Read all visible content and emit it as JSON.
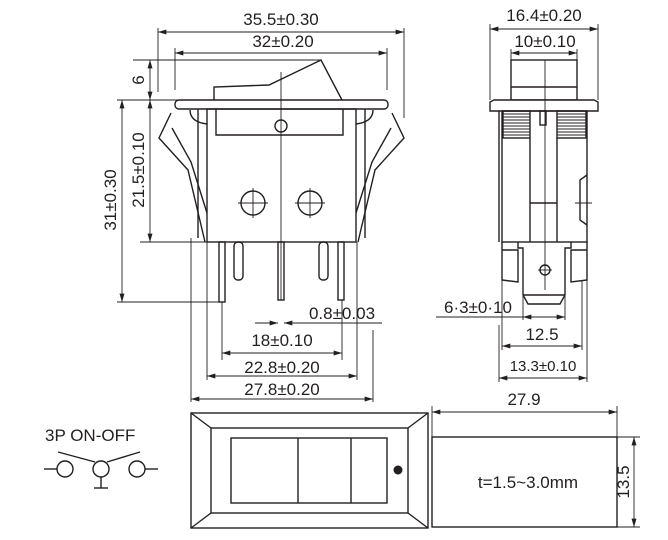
{
  "title": "Rocker switch dimension drawing",
  "colors": {
    "line": "#231f20",
    "background": "#ffffff"
  },
  "front_view": {
    "overall_width": "35.5±0.30",
    "flange_width": "32±0.20",
    "rocker_height": "6",
    "body_height": "21.5±0.10",
    "total_height": "31±0.30",
    "pin_thickness": "0.8±0.03",
    "pin_pitch": "18±0.10",
    "outer_pin_span": "22.8±0.20",
    "clip_span": "27.8±0.20"
  },
  "side_view": {
    "flange_depth": "16.4±0.20",
    "rocker_depth": "10±0.10",
    "terminal_width": "6·3±0·10",
    "body_depth": "12.5",
    "clip_depth": "13.3±0.10"
  },
  "panel_cutout": {
    "width": "27.9",
    "height": "13.5",
    "thickness": "t=1.5~3.0mm"
  },
  "circuit": {
    "label": "3P  ON-OFF"
  }
}
